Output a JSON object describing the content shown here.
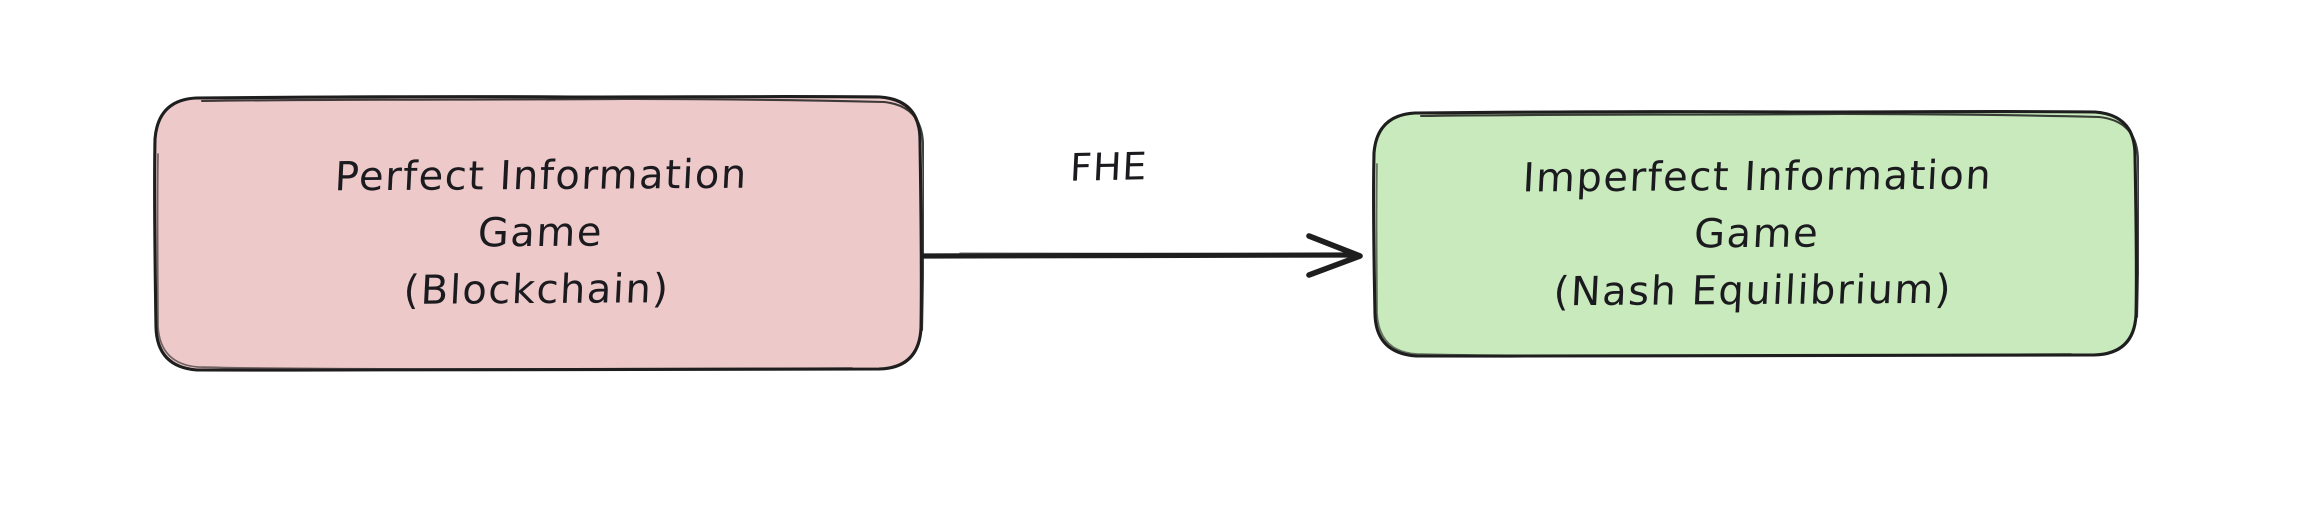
{
  "diagram": {
    "type": "flowchart",
    "direction": "left-to-right",
    "background_color": "#ffffff",
    "stroke_color": "#1e1e1e",
    "nodes": [
      {
        "id": "node-a",
        "shape": "rounded-rectangle",
        "fill_color": "#edc9c9",
        "text_lines": [
          "Perfect Information",
          "Game",
          "(Blockchain)"
        ]
      },
      {
        "id": "node-b",
        "shape": "rounded-rectangle",
        "fill_color": "#c9eabd",
        "text_lines": [
          "Imperfect Information",
          "Game",
          "(Nash Equilibrium)"
        ]
      }
    ],
    "edges": [
      {
        "id": "edge-fhe",
        "from": "node-a",
        "to": "node-b",
        "label": "FHE",
        "arrowhead": "open-arrow-right"
      }
    ]
  }
}
